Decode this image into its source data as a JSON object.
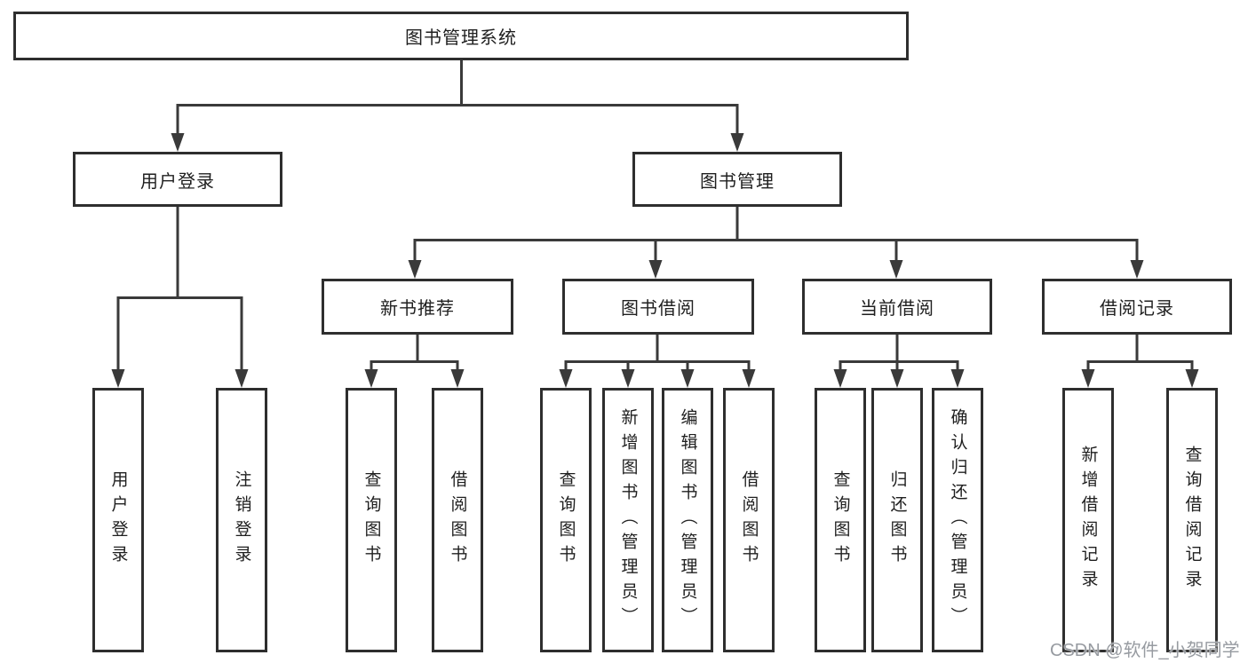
{
  "tree": {
    "label": "图书管理系统",
    "children": [
      {
        "label": "用户登录",
        "children": [
          {
            "label": "用户登录"
          },
          {
            "label": "注销登录"
          }
        ]
      },
      {
        "label": "图书管理",
        "children": [
          {
            "label": "新书推荐",
            "children": [
              {
                "label": "查询图书"
              },
              {
                "label": "借阅图书"
              }
            ]
          },
          {
            "label": "图书借阅",
            "children": [
              {
                "label": "查询图书"
              },
              {
                "label": "新增图书（管理员）"
              },
              {
                "label": "编辑图书（管理员）"
              },
              {
                "label": "借阅图书"
              }
            ]
          },
          {
            "label": "当前借阅",
            "children": [
              {
                "label": "查询图书"
              },
              {
                "label": "归还图书"
              },
              {
                "label": "确认归还（管理员）"
              }
            ]
          },
          {
            "label": "借阅记录",
            "children": [
              {
                "label": "新增借阅记录"
              },
              {
                "label": "查询借阅记录"
              }
            ]
          }
        ]
      }
    ]
  },
  "watermark": {
    "text": "CSDN @软件_小贺同学"
  },
  "colors": {
    "line": "#3a3a3a",
    "box_border": "#2e2e2e",
    "text": "#1f1f1f",
    "watermark": "#979ba1",
    "background": "#ffffff"
  }
}
